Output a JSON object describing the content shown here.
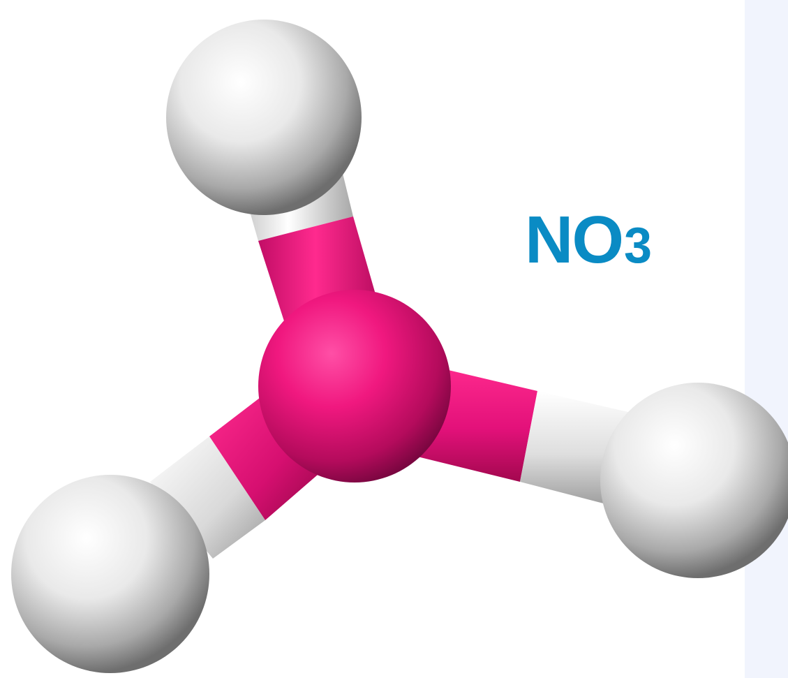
{
  "formula": {
    "main": "NO",
    "subscript": "3"
  },
  "colors": {
    "formula_text": "#0a8bc4",
    "central_atom": "#f0187f",
    "outer_atom": "#e6e6e6",
    "side_panel": "#f1f4fd"
  },
  "molecule": {
    "central_atom": "nitrogen-sphere",
    "outer_atoms": [
      "top-sphere",
      "right-sphere",
      "bottom-left-sphere"
    ]
  }
}
